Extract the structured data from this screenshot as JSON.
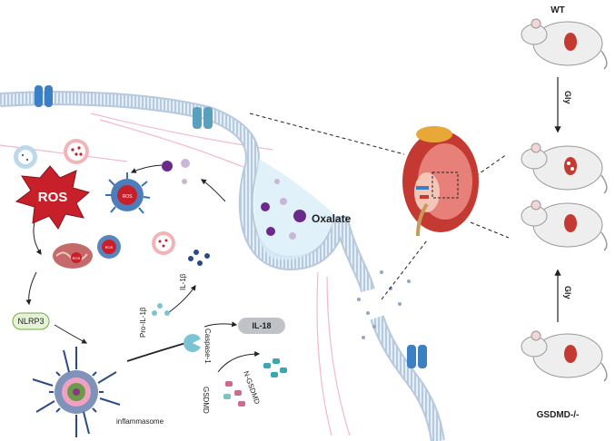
{
  "labels": {
    "ros": "ROS",
    "ros_small_1": "ROS",
    "ros_small_2": "ROS",
    "ros_small_3": "ROS",
    "oxalate": "Oxalate",
    "nlrp3": "NLRP3",
    "il1b": "IL-1β",
    "pro_il1b": "Pro-IL-1β",
    "il18": "IL-18",
    "caspase1": "Caspase-1",
    "n_gsdmd": "N-GSDMD",
    "gsdmd": "GSDMD",
    "inflammasome": "inflammasome",
    "wt": "WT",
    "gly_top": "Gly",
    "gly_bottom": "Gly",
    "gsdmd_ko": "GSDMD-/-"
  },
  "colors": {
    "membrane": "#8fa9c4",
    "membrane_light": "#e4eef8",
    "ros_red": "#c8202a",
    "oxalate_purple": "#6a2a8a",
    "channel_blue": "#3b7fc4",
    "kidney_red": "#c43a32",
    "pink_fiber": "#f0a6c0"
  }
}
